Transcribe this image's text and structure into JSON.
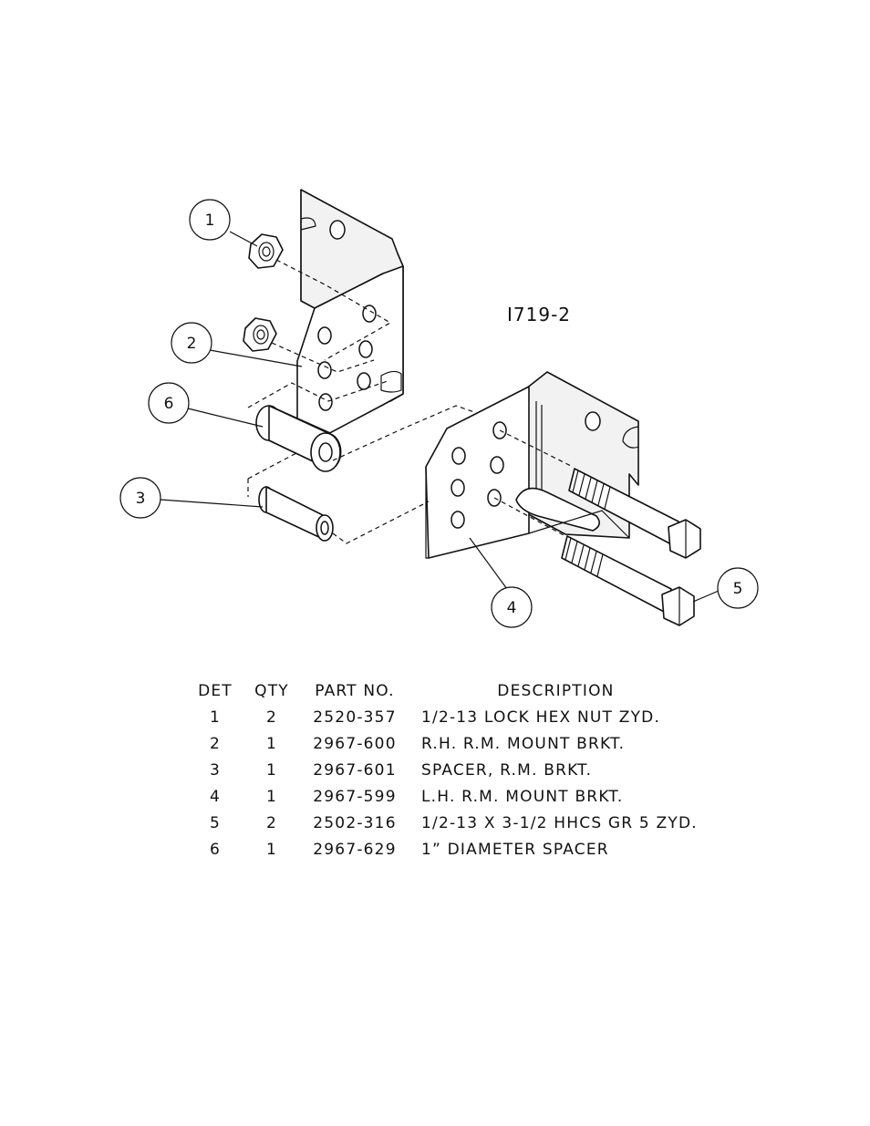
{
  "drawing": {
    "drawing_id": "I719-2",
    "balloons": [
      "1",
      "2",
      "3",
      "4",
      "5",
      "6"
    ]
  },
  "parts_table": {
    "headers": {
      "det": "DET",
      "qty": "QTY",
      "part_no": "PART NO.",
      "description": "DESCRIPTION"
    },
    "rows": [
      {
        "det": "1",
        "qty": "2",
        "part_no": "2520-357",
        "description": "1/2-13 LOCK HEX NUT ZYD."
      },
      {
        "det": "2",
        "qty": "1",
        "part_no": "2967-600",
        "description": "R.H. R.M. MOUNT BRKT."
      },
      {
        "det": "3",
        "qty": "1",
        "part_no": "2967-601",
        "description": "SPACER, R.M. BRKT."
      },
      {
        "det": "4",
        "qty": "1",
        "part_no": "2967-599",
        "description": "L.H. R.M. MOUNT BRKT."
      },
      {
        "det": "5",
        "qty": "2",
        "part_no": "2502-316",
        "description": "1/2-13 X 3-1/2 HHCS GR 5 ZYD."
      },
      {
        "det": "6",
        "qty": "1",
        "part_no": "2967-629",
        "description": "1” DIAMETER SPACER"
      }
    ]
  }
}
